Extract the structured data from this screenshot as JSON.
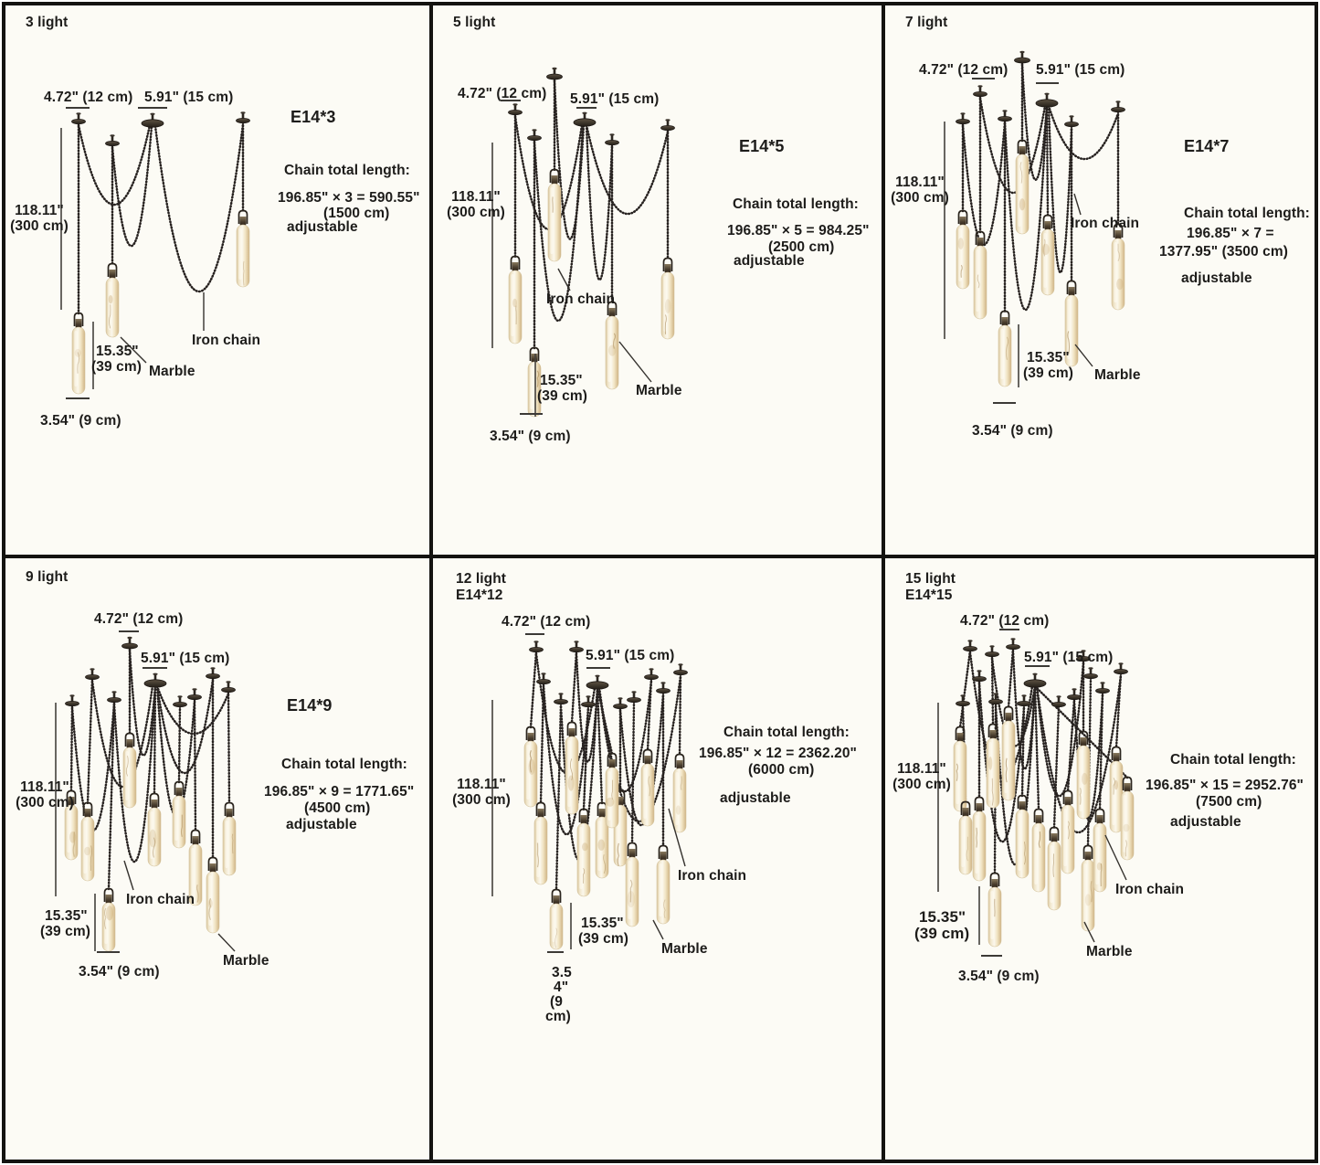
{
  "panels": [
    {
      "title": "3 light",
      "subtitle": "",
      "e14": "E14*3",
      "lights": 3,
      "chain_heading": "Chain total length:",
      "chain_lines": [
        "196.85\" × 3 = 590.55\"",
        "(1500 cm)"
      ],
      "adjustable": "adjustable",
      "dim_top_left": "4.72\" (12 cm)",
      "dim_top_right": "5.91\" (15 cm)",
      "dim_height": [
        "118.11\"",
        "(300 cm)"
      ],
      "dim_marble": [
        "15.35\"",
        "(39 cm)"
      ],
      "dim_bottom": [
        "3.54\" (9 cm)"
      ],
      "iron_chain_label": "Iron chain",
      "marble_label": "Marble"
    },
    {
      "title": "5 light",
      "subtitle": "",
      "e14": "E14*5",
      "lights": 5,
      "chain_heading": "Chain total length:",
      "chain_lines": [
        "196.85\" × 5 = 984.25\"",
        "(2500 cm)"
      ],
      "adjustable": "adjustable",
      "dim_top_left": "4.72\" (12 cm)",
      "dim_top_right": "5.91\" (15 cm)",
      "dim_height": [
        "118.11\"",
        "(300 cm)"
      ],
      "dim_marble": [
        "15.35\"",
        "(39 cm)"
      ],
      "dim_bottom": [
        "3.54\" (9 cm)"
      ],
      "iron_chain_label": "Iron chain",
      "marble_label": "Marble"
    },
    {
      "title": "7 light",
      "subtitle": "",
      "e14": "E14*7",
      "lights": 7,
      "chain_heading": "Chain total length:",
      "chain_lines": [
        "196.85\" × 7 =",
        "1377.95\" (3500 cm)"
      ],
      "adjustable": "adjustable",
      "dim_top_left": "4.72\" (12 cm)",
      "dim_top_right": "5.91\" (15 cm)",
      "dim_height": [
        "118.11\"",
        "(300 cm)"
      ],
      "dim_marble": [
        "15.35\"",
        "(39 cm)"
      ],
      "dim_bottom": [
        "3.54\" (9 cm)"
      ],
      "iron_chain_label": "Iron chain",
      "marble_label": "Marble"
    },
    {
      "title": "9 light",
      "subtitle": "",
      "e14": "E14*9",
      "lights": 9,
      "chain_heading": "Chain total length:",
      "chain_lines": [
        "196.85\" × 9 = 1771.65\"",
        "(4500 cm)"
      ],
      "adjustable": "adjustable",
      "dim_top_left": "4.72\" (12 cm)",
      "dim_top_right": "5.91\" (15 cm)",
      "dim_height": [
        "118.11\"",
        "(300 cm)"
      ],
      "dim_marble": [
        "15.35\"",
        "(39 cm)"
      ],
      "dim_bottom": [
        "3.54\" (9 cm)"
      ],
      "iron_chain_label": "Iron chain",
      "marble_label": "Marble"
    },
    {
      "title": "12 light",
      "subtitle": "E14*12",
      "e14": "",
      "lights": 12,
      "chain_heading": "Chain total length:",
      "chain_lines": [
        "196.85\" × 12 = 2362.20\"",
        "(6000 cm)"
      ],
      "adjustable": "adjustable",
      "dim_top_left": "4.72\" (12 cm)",
      "dim_top_right": "5.91\" (15 cm)",
      "dim_height": [
        "118.11\"",
        "(300 cm)"
      ],
      "dim_marble": [
        "15.35\"",
        "(39 cm)"
      ],
      "dim_bottom": [
        "3.5",
        "4\"",
        "(9",
        "cm)"
      ],
      "iron_chain_label": "Iron chain",
      "marble_label": "Marble"
    },
    {
      "title": "15 light",
      "subtitle": "E14*15",
      "e14": "",
      "lights": 15,
      "chain_heading": "Chain total length:",
      "chain_lines": [
        "196.85\" × 15 = 2952.76\"",
        "(7500 cm)"
      ],
      "adjustable": "adjustable",
      "dim_top_left": "4.72\" (12 cm)",
      "dim_top_right": "5.91\" (15 cm)",
      "dim_height": [
        "118.11\"",
        "(300 cm)"
      ],
      "dim_marble": [
        "15.35\"",
        "(39 cm)"
      ],
      "dim_bottom": [
        "3.54\" (9 cm)"
      ],
      "iron_chain_label": "Iron chain",
      "marble_label": "Marble"
    }
  ]
}
